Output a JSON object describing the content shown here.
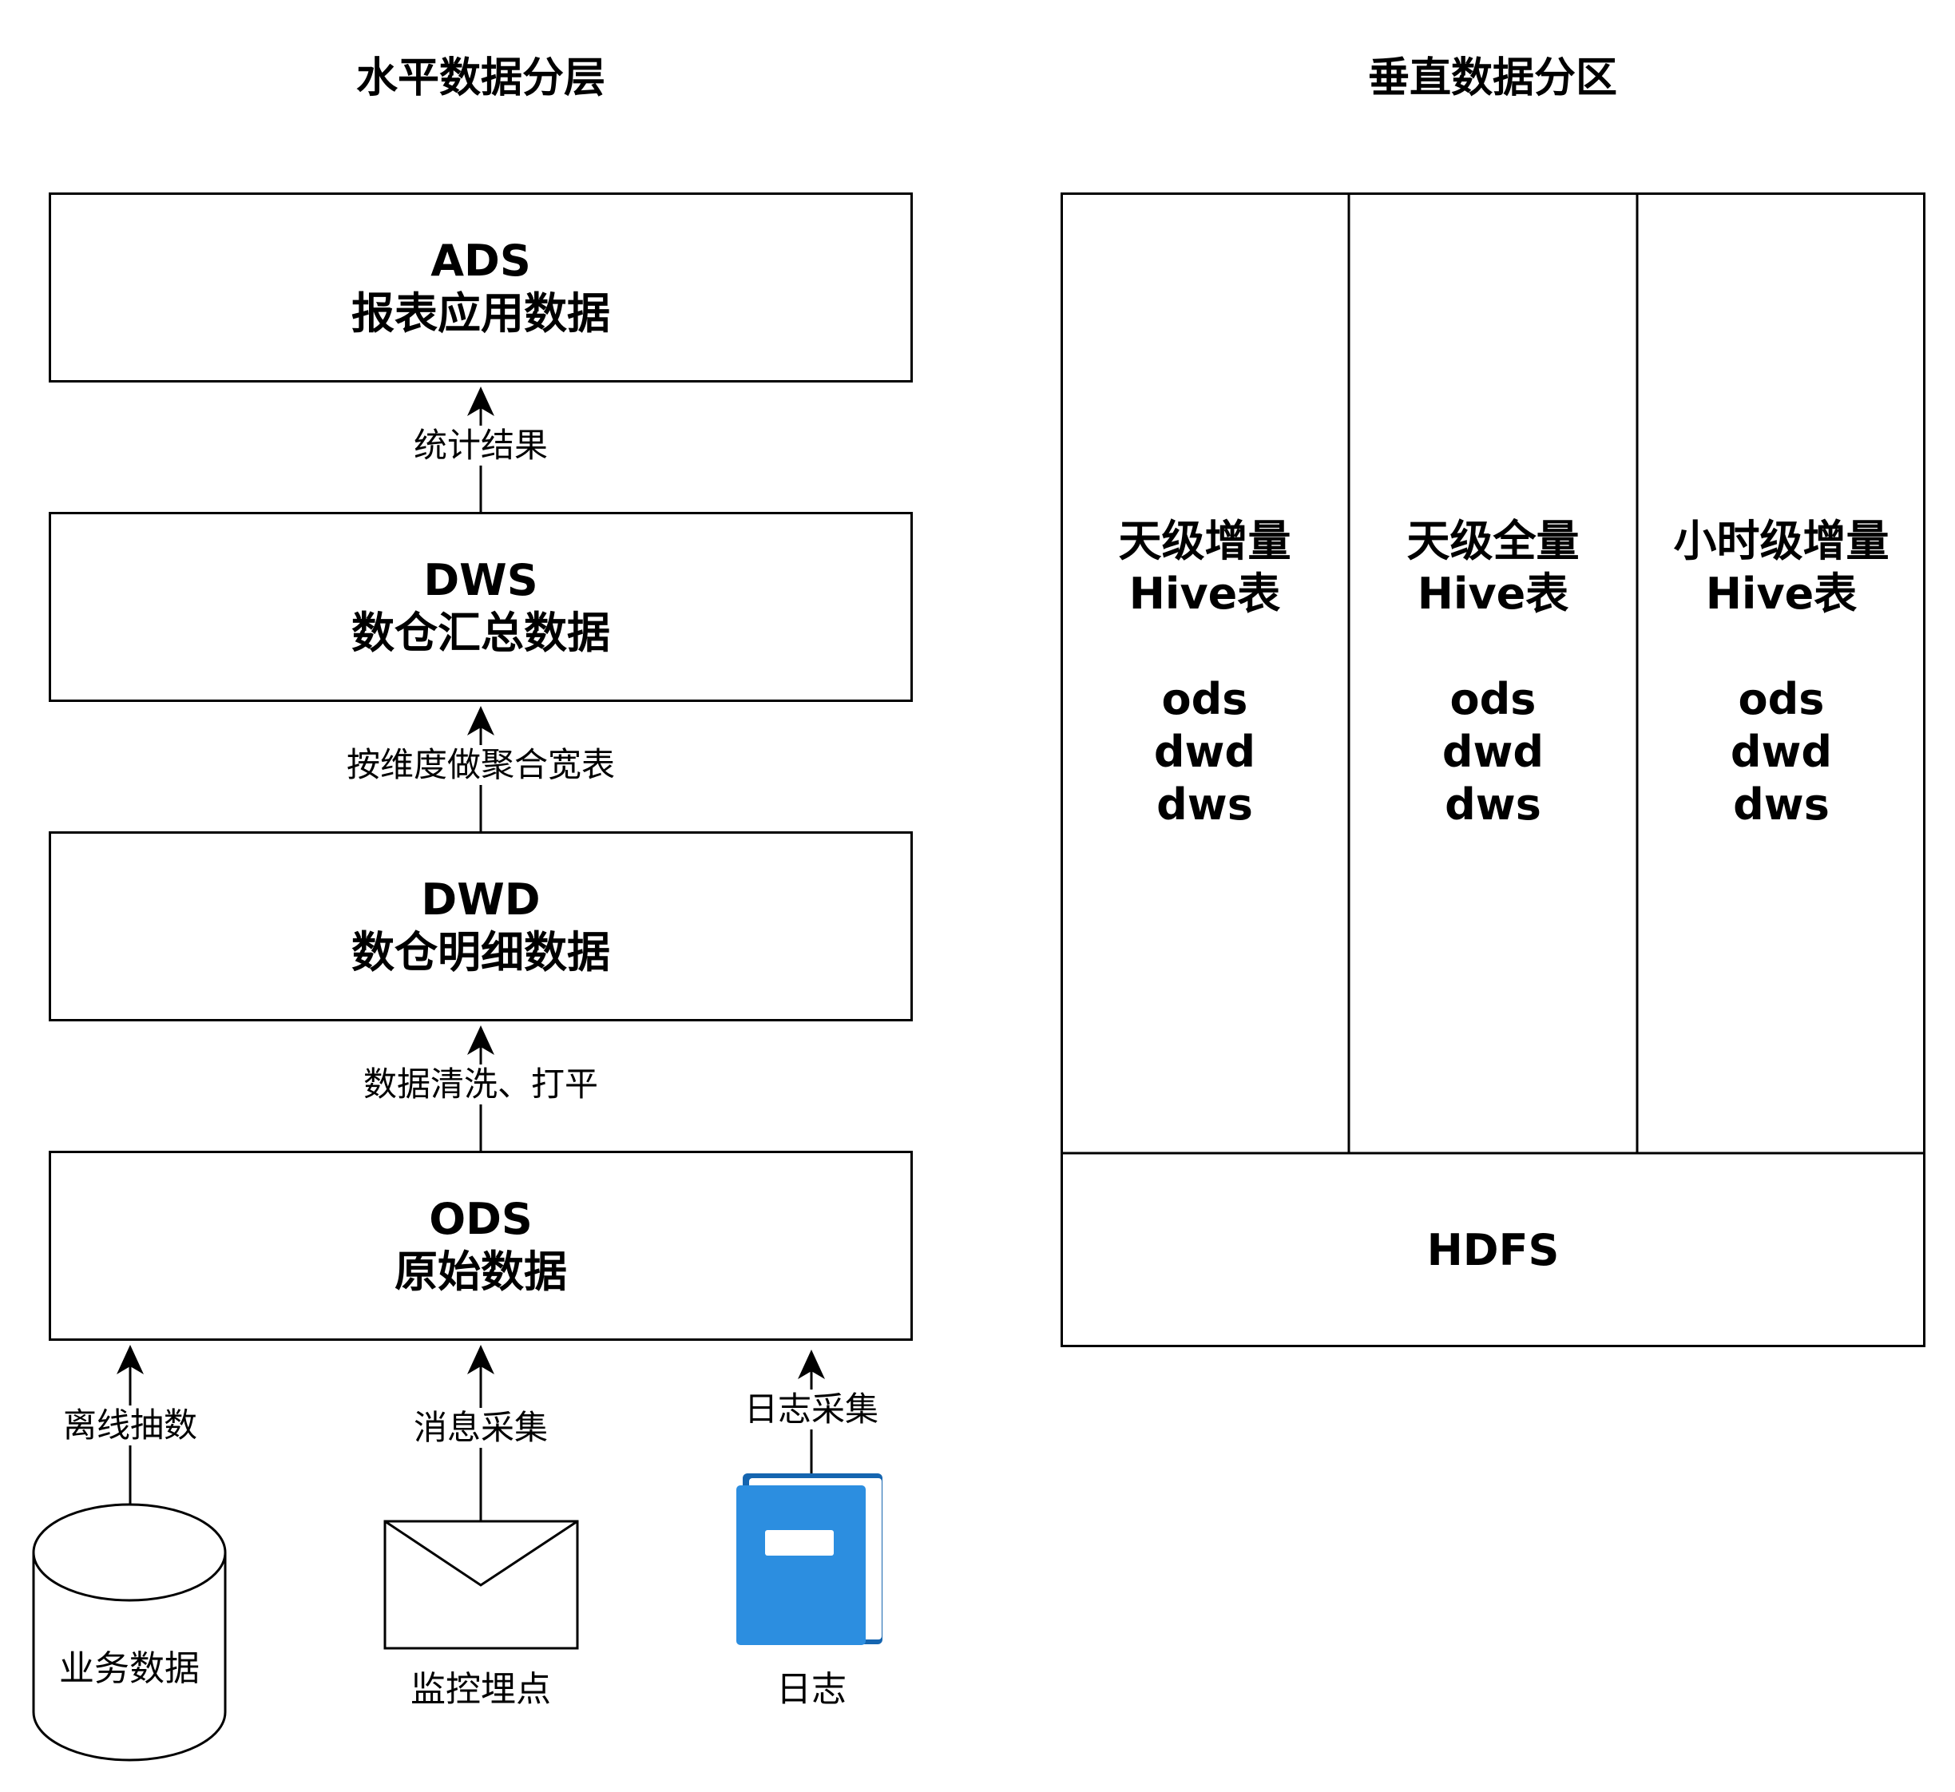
{
  "left_title": "水平数据分层",
  "right_title": "垂直数据分区",
  "layers": [
    {
      "code": "ADS",
      "desc": "报表应用数据"
    },
    {
      "code": "DWS",
      "desc": "数仓汇总数据"
    },
    {
      "code": "DWD",
      "desc": "数仓明细数据"
    },
    {
      "code": "ODS",
      "desc": "原始数据"
    }
  ],
  "edges": [
    "统计结果",
    "按维度做聚合宽表",
    "数据清洗、打平"
  ],
  "sources": [
    {
      "label": "业务数据",
      "edge": "离线抽数",
      "icon": "database-cylinder-icon"
    },
    {
      "label": "监控埋点",
      "edge": "消息采集",
      "icon": "envelope-icon"
    },
    {
      "label": "日志",
      "edge": "日志采集",
      "icon": "book-icon"
    }
  ],
  "partitions": [
    {
      "name": "天级增量",
      "type": "Hive表",
      "levels": [
        "ods",
        "dwd",
        "dws"
      ]
    },
    {
      "name": "天级全量",
      "type": "Hive表",
      "levels": [
        "ods",
        "dwd",
        "dws"
      ]
    },
    {
      "name": "小时级增量",
      "type": "Hive表",
      "levels": [
        "ods",
        "dwd",
        "dws"
      ]
    }
  ],
  "storage": "HDFS",
  "colors": {
    "stroke": "#000000",
    "book_blue": "#2c8ee0",
    "book_dark": "#1565b0"
  }
}
